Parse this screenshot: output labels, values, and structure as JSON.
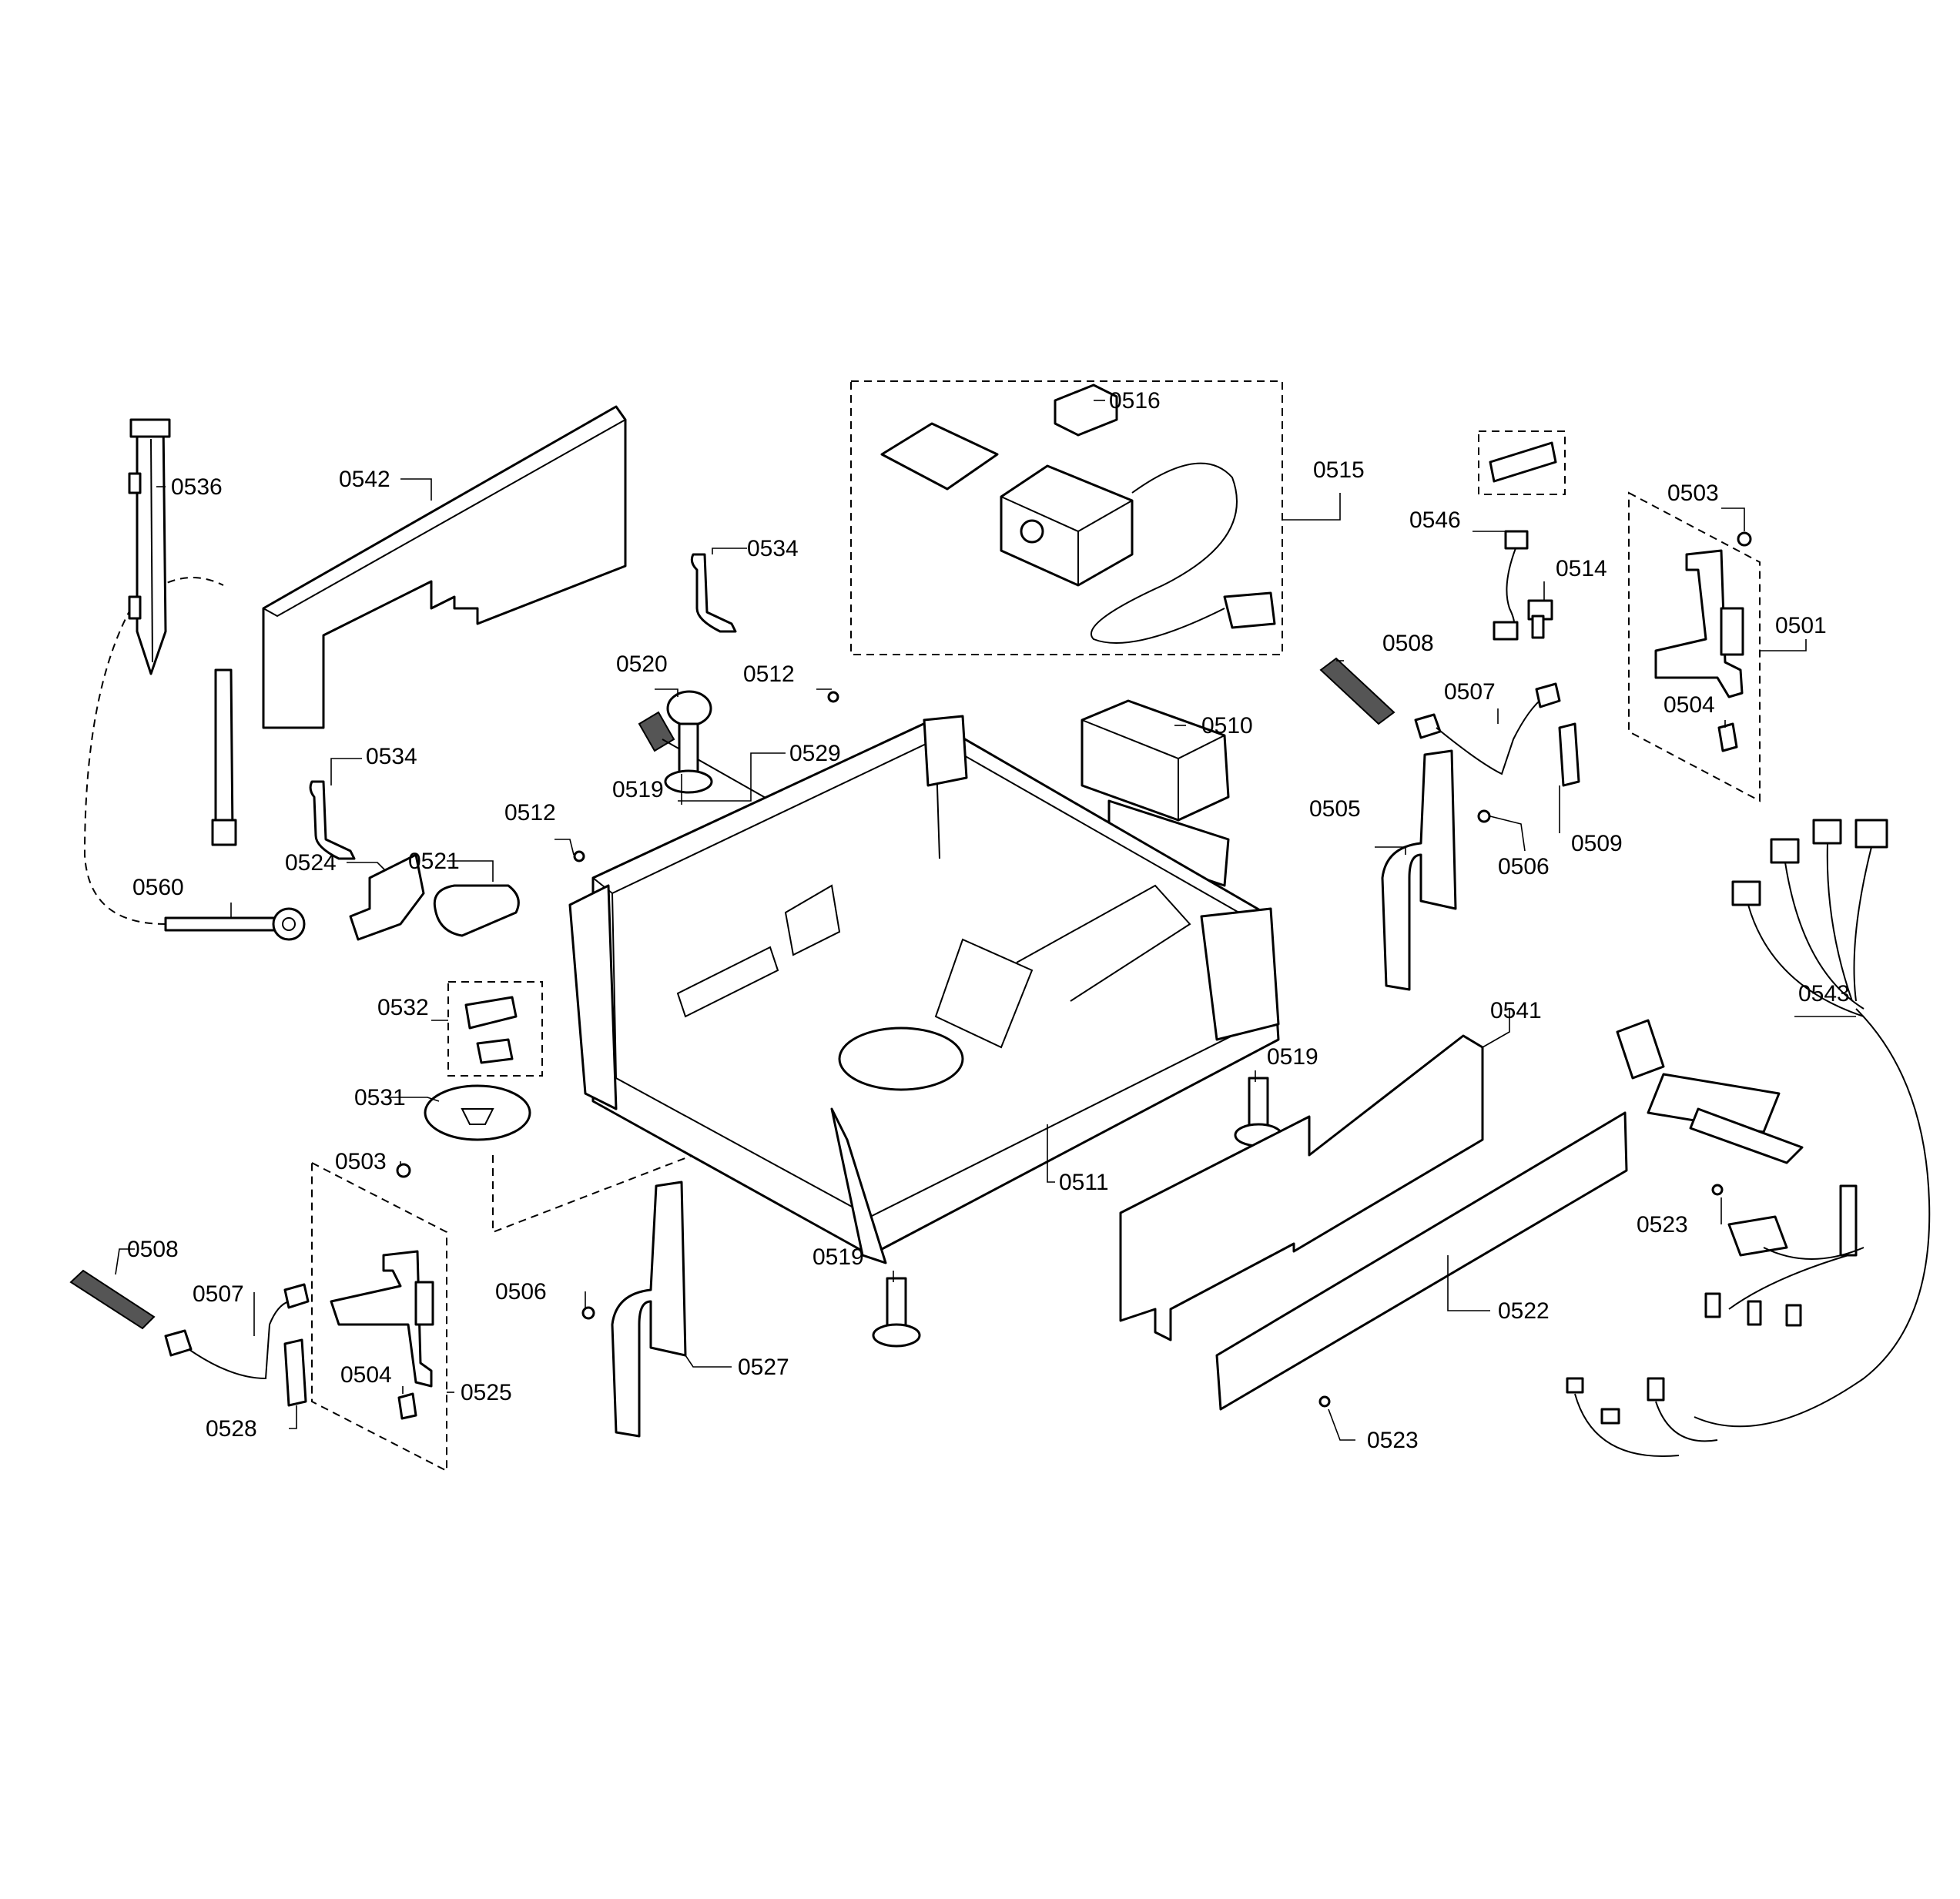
{
  "labels": [
    {
      "id": "0536",
      "text": "0536"
    },
    {
      "id": "0542",
      "text": "0542"
    },
    {
      "id": "0516",
      "text": "0516"
    },
    {
      "id": "0515",
      "text": "0515"
    },
    {
      "id": "0546",
      "text": "0546"
    },
    {
      "id": "0503a",
      "text": "0503"
    },
    {
      "id": "0514",
      "text": "0514"
    },
    {
      "id": "0501",
      "text": "0501"
    },
    {
      "id": "0534a",
      "text": "0534"
    },
    {
      "id": "0520",
      "text": "0520"
    },
    {
      "id": "0512a",
      "text": "0512"
    },
    {
      "id": "0508a",
      "text": "0508"
    },
    {
      "id": "0507a",
      "text": "0507"
    },
    {
      "id": "0504a",
      "text": "0504"
    },
    {
      "id": "0529",
      "text": "0529"
    },
    {
      "id": "0510",
      "text": "0510"
    },
    {
      "id": "0534b",
      "text": "0534"
    },
    {
      "id": "0519a",
      "text": "0519"
    },
    {
      "id": "0512b",
      "text": "0512"
    },
    {
      "id": "0505",
      "text": "0505"
    },
    {
      "id": "0506a",
      "text": "0506"
    },
    {
      "id": "0509",
      "text": "0509"
    },
    {
      "id": "0524",
      "text": "0524"
    },
    {
      "id": "0521",
      "text": "0521"
    },
    {
      "id": "0560",
      "text": "0560"
    },
    {
      "id": "0543",
      "text": "0543"
    },
    {
      "id": "0532",
      "text": "0532"
    },
    {
      "id": "0541",
      "text": "0541"
    },
    {
      "id": "0519b",
      "text": "0519"
    },
    {
      "id": "0531",
      "text": "0531"
    },
    {
      "id": "0511",
      "text": "0511"
    },
    {
      "id": "0503b",
      "text": "0503"
    },
    {
      "id": "0523a",
      "text": "0523"
    },
    {
      "id": "0508b",
      "text": "0508"
    },
    {
      "id": "0507b",
      "text": "0507"
    },
    {
      "id": "0506b",
      "text": "0506"
    },
    {
      "id": "0519c",
      "text": "0519"
    },
    {
      "id": "0522",
      "text": "0522"
    },
    {
      "id": "0527",
      "text": "0527"
    },
    {
      "id": "0504b",
      "text": "0504"
    },
    {
      "id": "0525",
      "text": "0525"
    },
    {
      "id": "0528",
      "text": "0528"
    },
    {
      "id": "0523b",
      "text": "0523"
    }
  ]
}
